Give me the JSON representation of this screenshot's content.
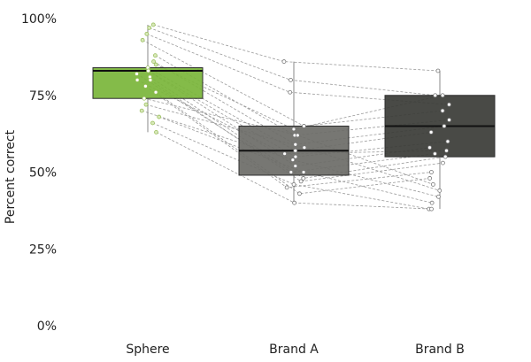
{
  "chart_data": {
    "type": "boxplot",
    "ylabel": "Percent correct",
    "ylim": [
      0,
      100
    ],
    "yticks": [
      {
        "value": 0,
        "label": "0%"
      },
      {
        "value": 25,
        "label": "25%"
      },
      {
        "value": 50,
        "label": "50%"
      },
      {
        "value": 75,
        "label": "75%"
      },
      {
        "value": 100,
        "label": "100%"
      }
    ],
    "categories": [
      "Sphere",
      "Brand A",
      "Brand B"
    ],
    "colors": [
      "#7ab53a",
      "#6b6b67",
      "#3a3b36"
    ],
    "boxes": [
      {
        "name": "Sphere",
        "q1": 74,
        "median": 83,
        "q3": 84,
        "whisker_low": 63,
        "whisker_high": 98
      },
      {
        "name": "Brand A",
        "q1": 49,
        "median": 57,
        "q3": 65,
        "whisker_low": 40,
        "whisker_high": 86
      },
      {
        "name": "Brand B",
        "q1": 55,
        "median": 65,
        "q3": 75,
        "whisker_low": 38,
        "whisker_high": 83
      }
    ],
    "subjects": [
      [
        98,
        86,
        83
      ],
      [
        97,
        80,
        75
      ],
      [
        95,
        76,
        72
      ],
      [
        93,
        65,
        70
      ],
      [
        88,
        62,
        67
      ],
      [
        86,
        59,
        65
      ],
      [
        84,
        57,
        63
      ],
      [
        83,
        55,
        60
      ],
      [
        83,
        52,
        58
      ],
      [
        82,
        50,
        56
      ],
      [
        81,
        48,
        55
      ],
      [
        80,
        47,
        53
      ],
      [
        78,
        45,
        50
      ],
      [
        76,
        43,
        48
      ],
      [
        74,
        62,
        46
      ],
      [
        72,
        58,
        44
      ],
      [
        70,
        54,
        42
      ],
      [
        68,
        50,
        40
      ],
      [
        66,
        46,
        38
      ],
      [
        63,
        40,
        38
      ],
      [
        85,
        64,
        75
      ],
      [
        80,
        56,
        57
      ]
    ]
  }
}
